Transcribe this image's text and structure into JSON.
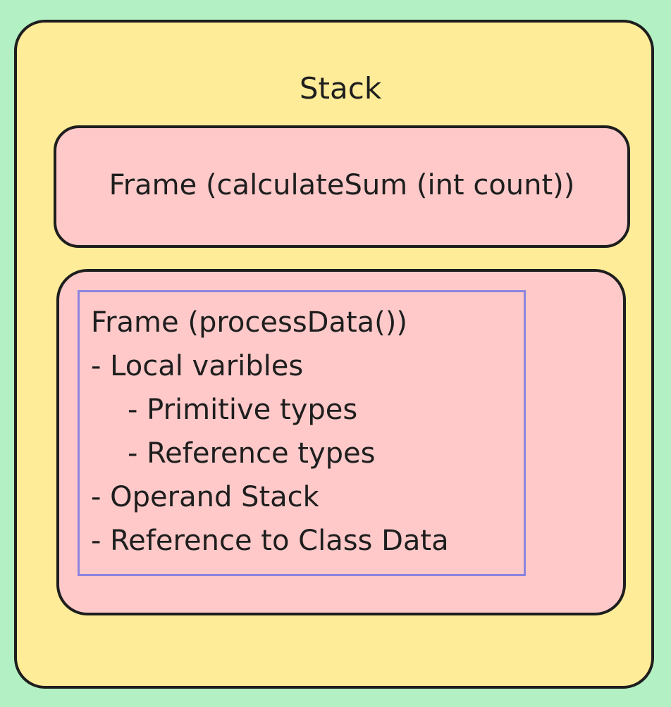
{
  "diagram": {
    "stack": {
      "title": "Stack"
    },
    "frames": [
      {
        "label": "Frame (calculateSum (int count))"
      },
      {
        "label": "Frame (processData())",
        "lines": [
          "- Local varibles",
          "- Primitive types",
          "- Reference types",
          "- Operand Stack",
          "- Reference to Class Data"
        ]
      }
    ]
  },
  "colors": {
    "background": "#b3f0c4",
    "stack_fill": "#ffec99",
    "frame_fill": "#ffc9c9",
    "stroke": "#1e1e1e",
    "selection": "#8c85e0"
  }
}
